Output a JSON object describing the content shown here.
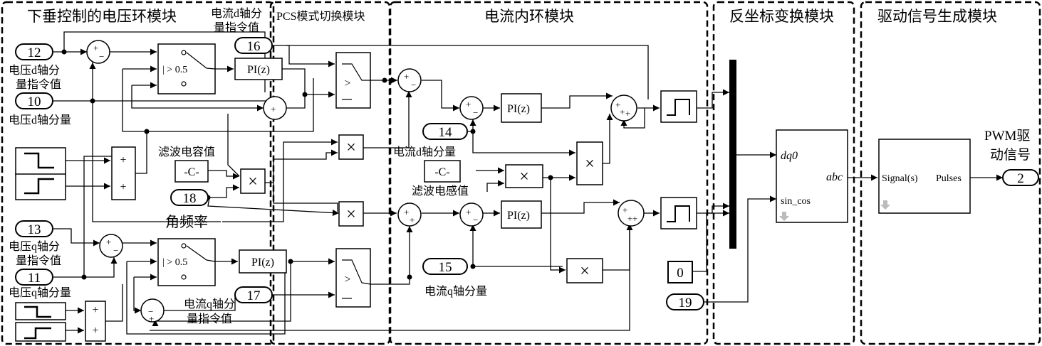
{
  "modules": {
    "droop": "下垂控制的电压环模块",
    "pcs": "PCS模式切换模块",
    "inner": "电流内环模块",
    "inverse": "反坐标变换模块",
    "drive": "驱动信号生成模块"
  },
  "ports": {
    "p12": "12",
    "p10": "10",
    "p13": "13",
    "p11": "11",
    "p16": "16",
    "p17": "17",
    "p18": "18",
    "p14": "14",
    "p15": "15",
    "p0": "0",
    "p19": "19",
    "p2": "2"
  },
  "labels": {
    "ud_ref_1": "电压d轴分",
    "ud_ref_2": "量指令值",
    "ud": "电压d轴分量",
    "uq_ref_1": "电压q轴分",
    "uq_ref_2": "量指令值",
    "uq": "电压q轴分量",
    "id_ref_1": "电流d轴分",
    "id_ref_2": "量指令值",
    "iq_ref_1": "电流q轴分",
    "iq_ref_2": "量指令值",
    "cap": "滤波电容值",
    "ind": "滤波电感值",
    "omega": "角频率",
    "id": "电流d轴分量",
    "iq": "电流q轴分量",
    "pwm_1": "PWM驱",
    "pwm_2": "动信号"
  },
  "blocks": {
    "gain_c": "-C-",
    "pi": "PI(z)",
    "thresh": "| > 0.5",
    "gt": ">",
    "mult": "×",
    "plus": "+",
    "minus": "−",
    "dq0": "dq0",
    "abc": "abc",
    "sincos": "sin_cos",
    "signal": "Signal(s)",
    "pulses": "Pulses"
  }
}
